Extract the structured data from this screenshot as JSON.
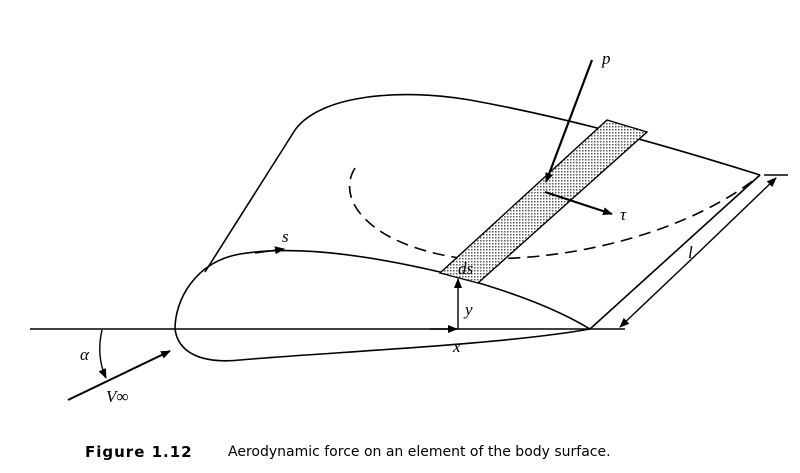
{
  "labels": {
    "p": "p",
    "tau": "τ",
    "s": "s",
    "ds": "ds",
    "y": "y",
    "x": "x",
    "l": "l",
    "alpha": "α",
    "v_inf": "V∞"
  },
  "caption": {
    "number": "Figure 1.12",
    "text": "Aerodynamic force on an element of the body surface."
  }
}
